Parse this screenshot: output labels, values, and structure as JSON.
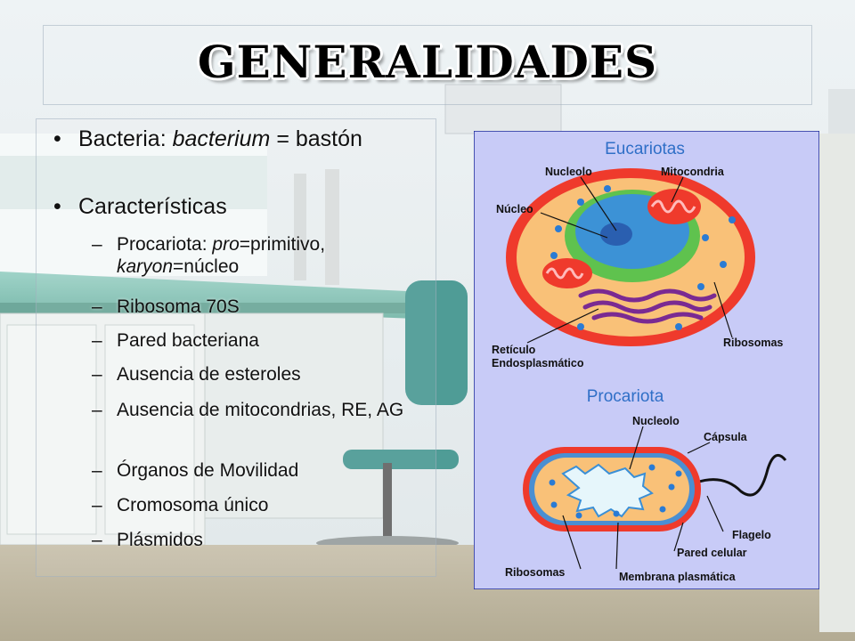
{
  "slide": {
    "title": "GENERALIDADES",
    "bullets": [
      {
        "lead": "Bacteria: ",
        "italic": "bacterium",
        "tail": " = bastón"
      },
      {
        "text": "Características"
      }
    ],
    "subitems": [
      {
        "parts": [
          "Procariota: ",
          "pro",
          "=primitivo, ",
          "karyon",
          "=núcleo"
        ]
      },
      {
        "text": "Ribosoma 70S"
      },
      {
        "text": "Pared bacteriana"
      },
      {
        "text": "Ausencia de esteroles"
      },
      {
        "text": "Ausencia de mitocondrias, RE, AG"
      },
      {
        "text": "Órganos de Movilidad"
      },
      {
        "text": "Cromosoma único"
      },
      {
        "text": "Plásmidos"
      }
    ],
    "bullet_glyph": "•",
    "dash_glyph": "–"
  },
  "diagram": {
    "euk_title": "Eucariotas",
    "pro_title": "Procariota",
    "euk_labels": {
      "nucleolo": "Nucleolo",
      "mitocondria": "Mitocondria",
      "nucleo": "Núcleo",
      "reticulo_1": "Retículo",
      "reticulo_2": "Endosplasmático",
      "ribosomas": "Ribosomas"
    },
    "pro_labels": {
      "nucleolo": "Nucleolo",
      "capsula": "Cápsula",
      "flagelo": "Flagelo",
      "pared": "Pared celular",
      "ribosomas": "Ribosomas",
      "membrana": "Membrana plasmática"
    },
    "colors": {
      "panel": "#c8cbf7",
      "title_blue": "#2f6fc7",
      "euk_membrane": "#ef3a2c",
      "cytoplasm": "#f9c178",
      "nucleus": "#3c92d6",
      "er": "#7a2a92",
      "ribosome": "#2a7bd4"
    }
  }
}
